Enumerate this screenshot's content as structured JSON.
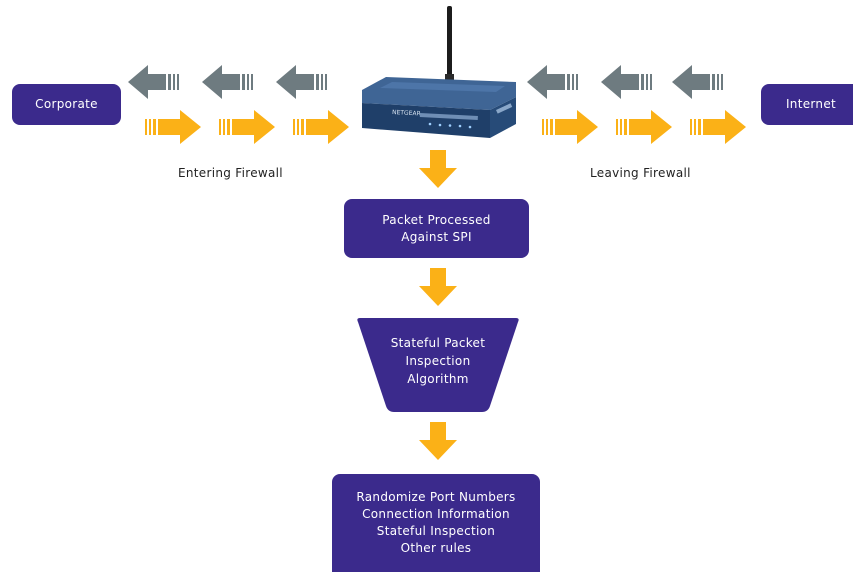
{
  "nodes": {
    "corporate": "Corporate",
    "internet": "Internet",
    "packet_processed": [
      "Packet Processed",
      "Against SPI"
    ],
    "spi_algorithm": [
      "Stateful Packet",
      "Inspection",
      "Algorithm"
    ],
    "rules": [
      "Randomize Port Numbers",
      "Connection Information",
      "Stateful Inspection",
      "Other rules"
    ]
  },
  "captions": {
    "entering": "Entering Firewall",
    "leaving": "Leaving Firewall"
  },
  "router": {
    "brand": "NETGEAR"
  },
  "colors": {
    "box": "#3b2a8c",
    "arrow_orange": "#fbb117",
    "arrow_gray": "#6e7b80",
    "router_body": "#2a4e7d"
  }
}
